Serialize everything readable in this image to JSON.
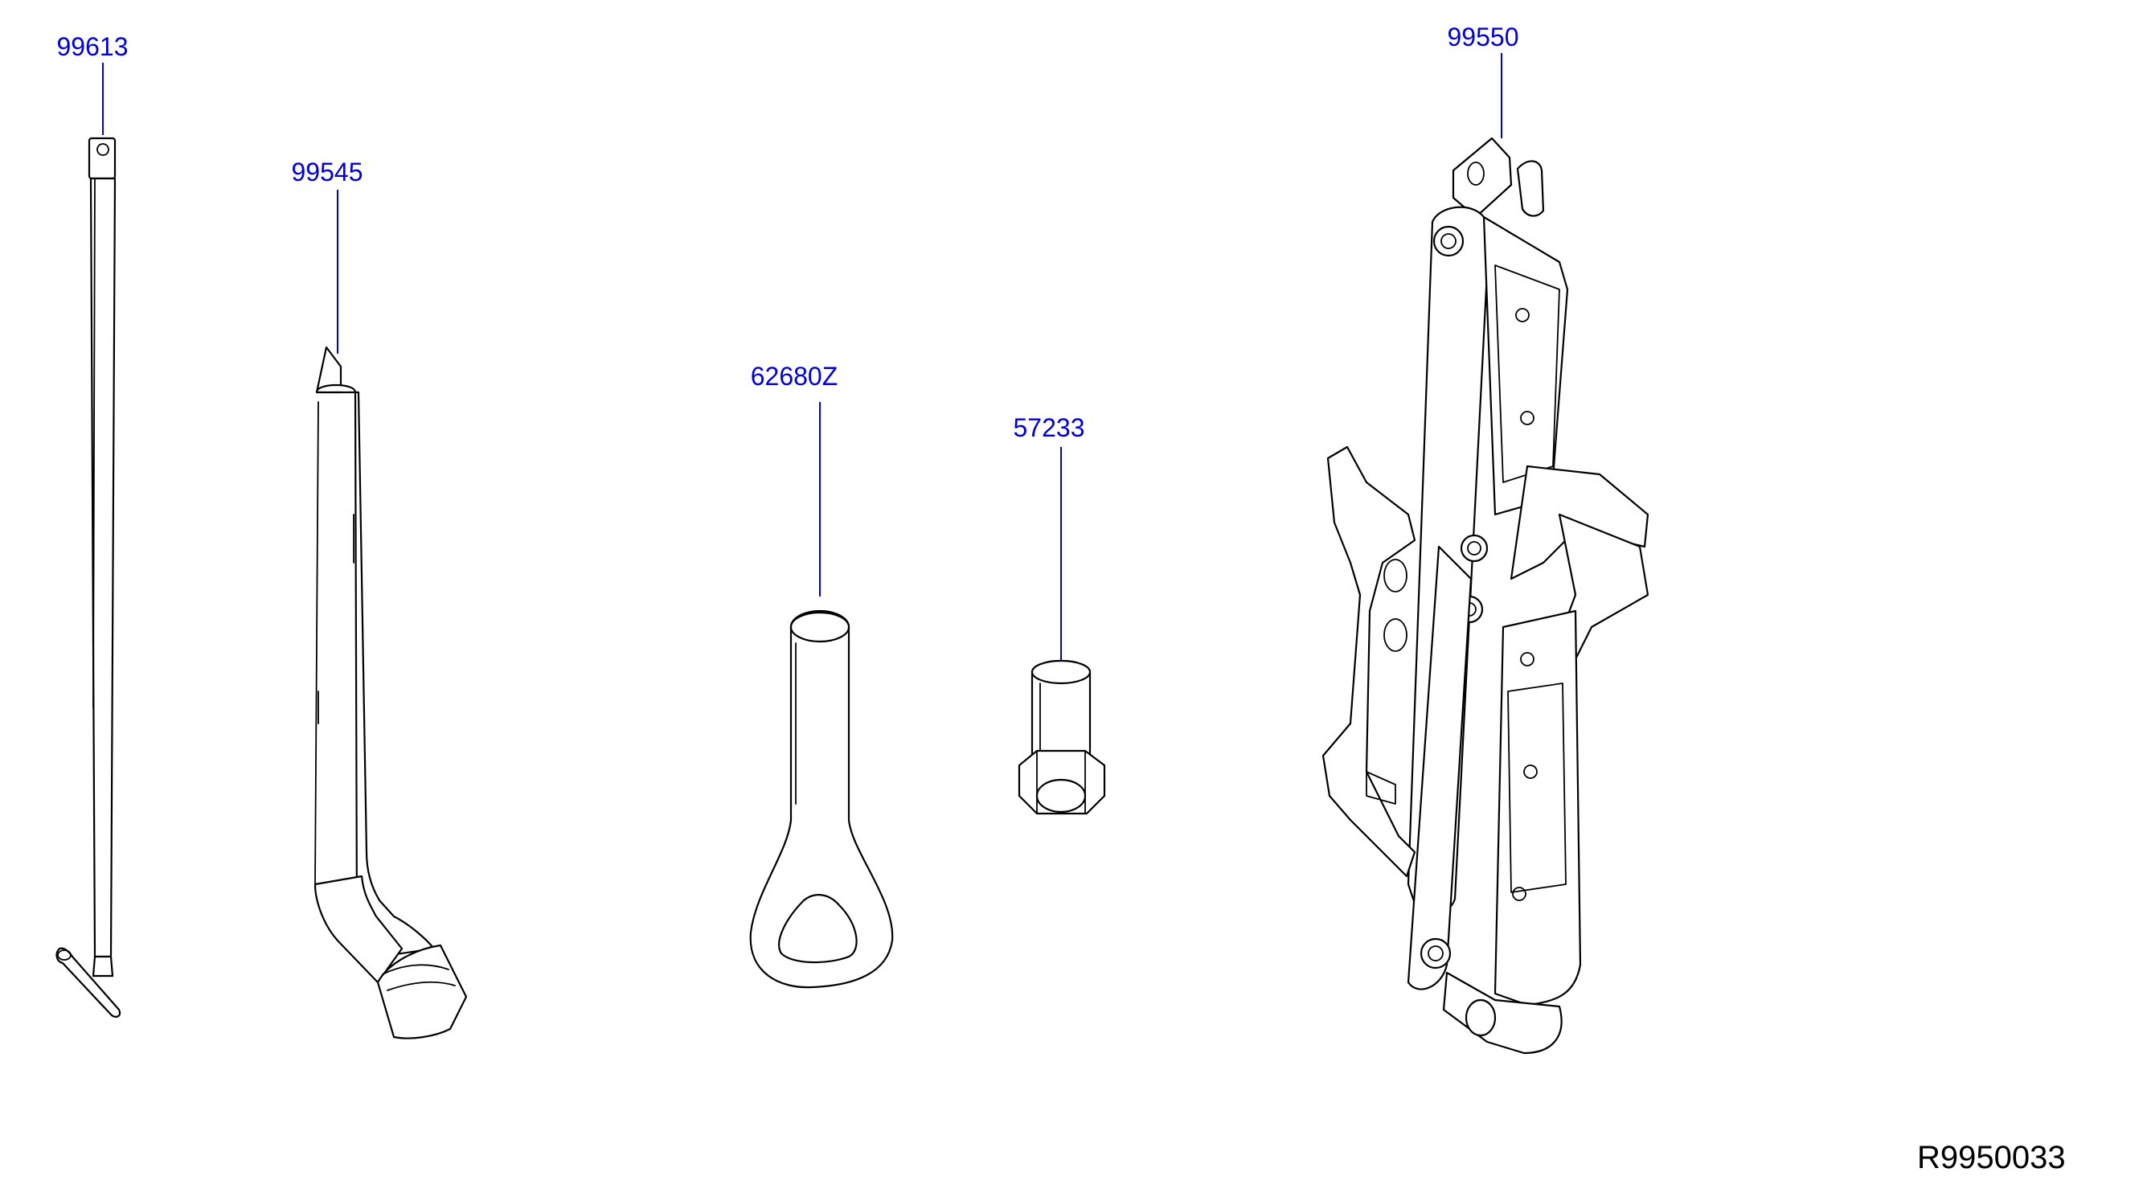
{
  "parts": [
    {
      "id": "rod",
      "number": "99613"
    },
    {
      "id": "wrench",
      "number": "99545"
    },
    {
      "id": "hook",
      "number": "62680Z"
    },
    {
      "id": "adapter",
      "number": "57233"
    },
    {
      "id": "jack",
      "number": "99550"
    }
  ],
  "diagram_code": "R9950033",
  "colors": {
    "callout": "#0000dd",
    "line": "#000000",
    "background": "#ffffff"
  }
}
